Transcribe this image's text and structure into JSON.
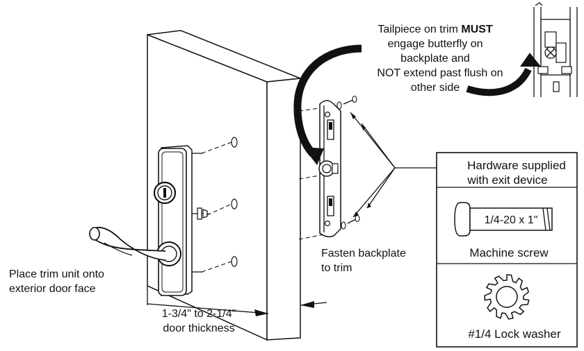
{
  "labels": {
    "tailpiece_line1_pre": "Tailpiece on trim ",
    "tailpiece_line1_bold": "MUST",
    "tailpiece_line2": "engage butterfly on",
    "tailpiece_line3": "backplate and",
    "tailpiece_line4": "NOT extend past flush on",
    "tailpiece_line5": "other side",
    "place_trim_line1": "Place trim unit onto",
    "place_trim_line2": "exterior door face",
    "fasten_line1": "Fasten backplate",
    "fasten_line2": "to trim",
    "thickness_line1": "1-3/4\" to 2-1/4\"",
    "thickness_line2": "door thickness"
  },
  "hardware_panel": {
    "title_line1": "Hardware supplied",
    "title_line2": "with exit device",
    "screw_size": "1/4-20 x 1\"",
    "screw_caption": "Machine screw",
    "washer_caption": "#1/4 Lock washer"
  }
}
